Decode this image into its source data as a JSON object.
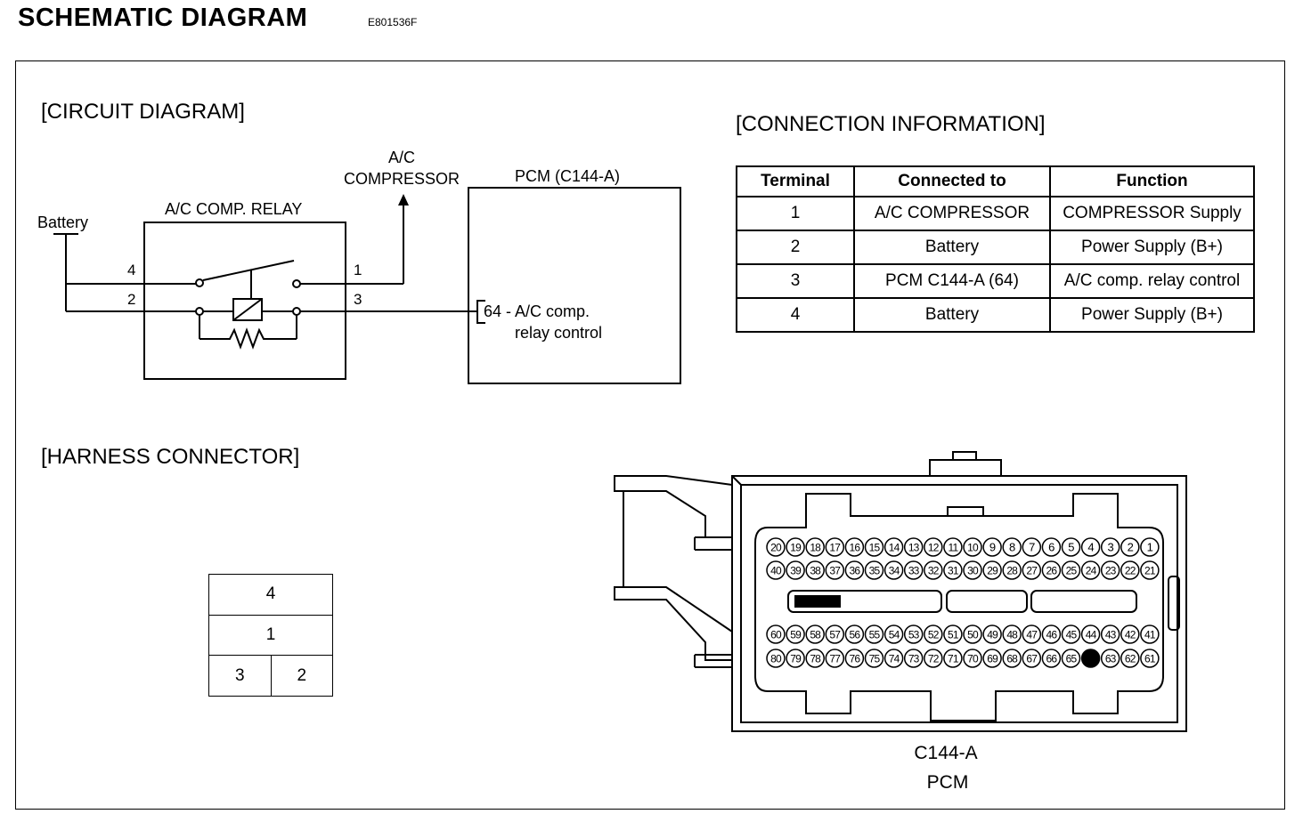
{
  "header": {
    "title": "SCHEMATIC DIAGRAM",
    "code": "E801536F"
  },
  "circuit": {
    "section_title": "[CIRCUIT DIAGRAM]",
    "battery_label": "Battery",
    "relay_label": "A/C COMP. RELAY",
    "compressor_label_line1": "A/C",
    "compressor_label_line2": "COMPRESSOR",
    "pcm_label": "PCM (C144-A)",
    "pins": [
      "4",
      "2",
      "1",
      "3"
    ],
    "pcm_pin_line1": "64 - A/C comp.",
    "pcm_pin_line2": "relay control"
  },
  "connection_info": {
    "section_title": "[CONNECTION INFORMATION]",
    "headers": [
      "Terminal",
      "Connected to",
      "Function"
    ],
    "rows": [
      [
        "1",
        "A/C COMPRESSOR",
        "COMPRESSOR Supply"
      ],
      [
        "2",
        "Battery",
        "Power Supply (B+)"
      ],
      [
        "3",
        "PCM C144-A (64)",
        "A/C comp. relay control"
      ],
      [
        "4",
        "Battery",
        "Power Supply (B+)"
      ]
    ]
  },
  "harness": {
    "section_title": "[HARNESS CONNECTOR]",
    "relay_connector": {
      "top": "4",
      "middle": "1",
      "bottom_left": "3",
      "bottom_right": "2"
    },
    "pcm_connector": {
      "label_line1": "C144-A",
      "label_line2": "PCM",
      "rows": [
        [
          "20",
          "19",
          "18",
          "17",
          "16",
          "15",
          "14",
          "13",
          "12",
          "11",
          "10",
          "9",
          "8",
          "7",
          "6",
          "5",
          "4",
          "3",
          "2",
          "1"
        ],
        [
          "40",
          "39",
          "38",
          "37",
          "36",
          "35",
          "34",
          "33",
          "32",
          "31",
          "30",
          "29",
          "28",
          "27",
          "26",
          "25",
          "24",
          "23",
          "22",
          "21"
        ],
        [
          "60",
          "59",
          "58",
          "57",
          "56",
          "55",
          "54",
          "53",
          "52",
          "51",
          "50",
          "49",
          "48",
          "47",
          "46",
          "45",
          "44",
          "43",
          "42",
          "41"
        ],
        [
          "80",
          "79",
          "78",
          "77",
          "76",
          "75",
          "74",
          "73",
          "72",
          "71",
          "70",
          "69",
          "68",
          "67",
          "66",
          "65",
          "64",
          "63",
          "62",
          "61"
        ]
      ],
      "highlighted_pin": "64"
    }
  }
}
